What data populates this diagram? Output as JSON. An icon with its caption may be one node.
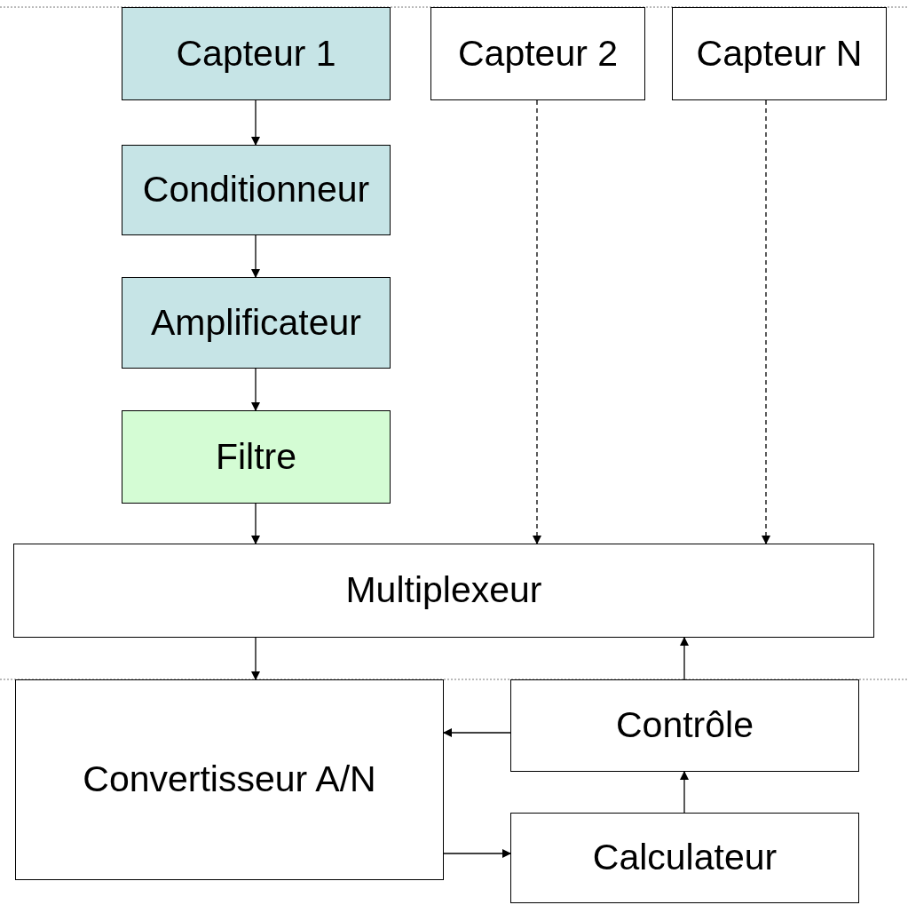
{
  "diagram": {
    "nodes": [
      {
        "text": [
          "Capteur 1"
        ]
      },
      {
        "text": [
          "Conditionneur"
        ]
      },
      {
        "text": [
          "Amplificateur"
        ]
      },
      {
        "text": [
          "Filtre"
        ]
      },
      {
        "text": [
          "Capteur 2"
        ]
      },
      {
        "text": [
          "Capteur N"
        ]
      },
      {
        "text": [
          "Multiplexeur"
        ]
      },
      {
        "text": [
          "Convertisseur A/N"
        ]
      },
      {
        "text": [
          "Contrôle"
        ]
      },
      {
        "text": [
          "Calculateur"
        ]
      }
    ],
    "edges": [
      {
        "from": 0,
        "to": 1,
        "arrow": "to"
      },
      {
        "from": 1,
        "to": 2,
        "arrow": "to"
      },
      {
        "from": 2,
        "to": 3,
        "arrow": "to"
      },
      {
        "from": 3,
        "to": 6,
        "arrow": "to"
      },
      {
        "from": 4,
        "to": 6,
        "arrow": "to",
        "style": "dashed"
      },
      {
        "from": 5,
        "to": 6,
        "arrow": "to",
        "style": "dashed"
      },
      {
        "from": 6,
        "to": 7,
        "arrow": "to"
      },
      {
        "from": 8,
        "to": 6,
        "arrow": "to"
      },
      {
        "from": 8,
        "to": 7,
        "arrow": "to"
      },
      {
        "from": 7,
        "to": 9,
        "arrow": "to"
      },
      {
        "from": 9,
        "to": 8,
        "arrow": "to"
      }
    ]
  }
}
